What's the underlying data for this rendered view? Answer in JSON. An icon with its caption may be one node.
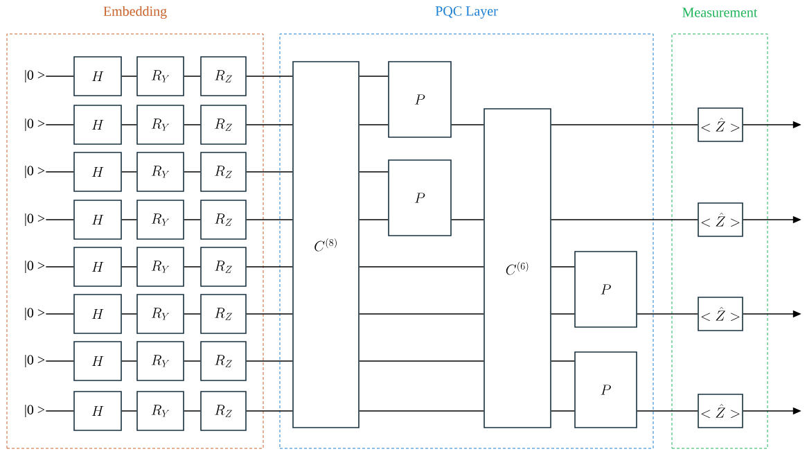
{
  "diagram": {
    "nodes": [
      {
        "text": [
          "Embedding"
        ]
      },
      {
        "text": [
          "|0 >"
        ],
        "in": 0
      },
      {
        "text": [
          "H"
        ],
        "in": 0
      },
      {
        "text": [
          "R_Y"
        ],
        "in": 0
      },
      {
        "text": [
          "R_Z"
        ],
        "in": 0
      },
      {
        "text": [
          "|0 >"
        ],
        "in": 0
      },
      {
        "text": [
          "H"
        ],
        "in": 0
      },
      {
        "text": [
          "R_Y"
        ],
        "in": 0
      },
      {
        "text": [
          "R_Z"
        ],
        "in": 0
      },
      {
        "text": [
          "|0 >"
        ],
        "in": 0
      },
      {
        "text": [
          "H"
        ],
        "in": 0
      },
      {
        "text": [
          "R_Y"
        ],
        "in": 0
      },
      {
        "text": [
          "R_Z"
        ],
        "in": 0
      },
      {
        "text": [
          "|0 >"
        ],
        "in": 0
      },
      {
        "text": [
          "H"
        ],
        "in": 0
      },
      {
        "text": [
          "R_Y"
        ],
        "in": 0
      },
      {
        "text": [
          "R_Z"
        ],
        "in": 0
      },
      {
        "text": [
          "|0 >"
        ],
        "in": 0
      },
      {
        "text": [
          "H"
        ],
        "in": 0
      },
      {
        "text": [
          "R_Y"
        ],
        "in": 0
      },
      {
        "text": [
          "R_Z"
        ],
        "in": 0
      },
      {
        "text": [
          "|0 >"
        ],
        "in": 0
      },
      {
        "text": [
          "H"
        ],
        "in": 0
      },
      {
        "text": [
          "R_Y"
        ],
        "in": 0
      },
      {
        "text": [
          "R_Z"
        ],
        "in": 0
      },
      {
        "text": [
          "|0 >"
        ],
        "in": 0
      },
      {
        "text": [
          "H"
        ],
        "in": 0
      },
      {
        "text": [
          "R_Y"
        ],
        "in": 0
      },
      {
        "text": [
          "R_Z"
        ],
        "in": 0
      },
      {
        "text": [
          "|0 >"
        ],
        "in": 0
      },
      {
        "text": [
          "H"
        ],
        "in": 0
      },
      {
        "text": [
          "R_Y"
        ],
        "in": 0
      },
      {
        "text": [
          "R_Z"
        ],
        "in": 0
      },
      {
        "text": [
          "PQC Layer"
        ]
      },
      {
        "text": [
          "C^{(8)}"
        ],
        "in": 33
      },
      {
        "text": [
          "P"
        ],
        "in": 33
      },
      {
        "text": [
          "P"
        ],
        "in": 33
      },
      {
        "text": [
          "C^{(6)}"
        ],
        "in": 33
      },
      {
        "text": [
          "P"
        ],
        "in": 33
      },
      {
        "text": [
          "P"
        ],
        "in": 33
      },
      {
        "text": [
          "Measurement"
        ]
      },
      {
        "text": [
          "<\\hat{Z}>"
        ],
        "in": 40
      },
      {
        "text": [
          "<\\hat{Z}>"
        ],
        "in": 40
      },
      {
        "text": [
          "<\\hat{Z}>"
        ],
        "in": 40
      },
      {
        "text": [
          "<\\hat{Z}>"
        ],
        "in": 40
      }
    ],
    "edges": [
      {
        "from": 1,
        "to": 2,
        "arrow": "none"
      },
      {
        "from": 2,
        "to": 3,
        "arrow": "none"
      },
      {
        "from": 3,
        "to": 4,
        "arrow": "none"
      },
      {
        "from": 4,
        "to": 34,
        "arrow": "none"
      },
      {
        "from": 5,
        "to": 6,
        "arrow": "none"
      },
      {
        "from": 6,
        "to": 7,
        "arrow": "none"
      },
      {
        "from": 7,
        "to": 8,
        "arrow": "none"
      },
      {
        "from": 8,
        "to": 34,
        "arrow": "none"
      },
      {
        "from": 9,
        "to": 10,
        "arrow": "none"
      },
      {
        "from": 10,
        "to": 11,
        "arrow": "none"
      },
      {
        "from": 11,
        "to": 12,
        "arrow": "none"
      },
      {
        "from": 12,
        "to": 34,
        "arrow": "none"
      },
      {
        "from": 13,
        "to": 14,
        "arrow": "none"
      },
      {
        "from": 14,
        "to": 15,
        "arrow": "none"
      },
      {
        "from": 15,
        "to": 16,
        "arrow": "none"
      },
      {
        "from": 16,
        "to": 34,
        "arrow": "none"
      },
      {
        "from": 17,
        "to": 18,
        "arrow": "none"
      },
      {
        "from": 18,
        "to": 19,
        "arrow": "none"
      },
      {
        "from": 19,
        "to": 20,
        "arrow": "none"
      },
      {
        "from": 20,
        "to": 34,
        "arrow": "none"
      },
      {
        "from": 21,
        "to": 22,
        "arrow": "none"
      },
      {
        "from": 22,
        "to": 23,
        "arrow": "none"
      },
      {
        "from": 23,
        "to": 24,
        "arrow": "none"
      },
      {
        "from": 24,
        "to": 34,
        "arrow": "none"
      },
      {
        "from": 25,
        "to": 26,
        "arrow": "none"
      },
      {
        "from": 26,
        "to": 27,
        "arrow": "none"
      },
      {
        "from": 27,
        "to": 28,
        "arrow": "none"
      },
      {
        "from": 28,
        "to": 34,
        "arrow": "none"
      },
      {
        "from": 29,
        "to": 30,
        "arrow": "none"
      },
      {
        "from": 30,
        "to": 31,
        "arrow": "none"
      },
      {
        "from": 31,
        "to": 32,
        "arrow": "none"
      },
      {
        "from": 32,
        "to": 34,
        "arrow": "none"
      },
      {
        "from": 34,
        "to": 35,
        "arrow": "none"
      },
      {
        "from": 34,
        "to": 35,
        "arrow": "none"
      },
      {
        "from": 34,
        "to": 36,
        "arrow": "none"
      },
      {
        "from": 34,
        "to": 36,
        "arrow": "none"
      },
      {
        "from": 34,
        "to": 37,
        "arrow": "none"
      },
      {
        "from": 34,
        "to": 37,
        "arrow": "none"
      },
      {
        "from": 34,
        "to": 37,
        "arrow": "none"
      },
      {
        "from": 34,
        "to": 37,
        "arrow": "none"
      },
      {
        "from": 35,
        "to": 37,
        "arrow": "none"
      },
      {
        "from": 36,
        "to": 37,
        "arrow": "none"
      },
      {
        "from": 37,
        "to": 41,
        "arrow": "none"
      },
      {
        "from": 37,
        "to": 42,
        "arrow": "none"
      },
      {
        "from": 37,
        "to": 38,
        "arrow": "none"
      },
      {
        "from": 37,
        "to": 38,
        "arrow": "none"
      },
      {
        "from": 37,
        "to": 39,
        "arrow": "none"
      },
      {
        "from": 37,
        "to": 39,
        "arrow": "none"
      },
      {
        "from": 38,
        "to": 43,
        "arrow": "none"
      },
      {
        "from": 39,
        "to": 44,
        "arrow": "none"
      },
      {
        "from": 41,
        "to": null,
        "arrow": "to"
      },
      {
        "from": 42,
        "to": null,
        "arrow": "to"
      },
      {
        "from": 43,
        "to": null,
        "arrow": "to"
      },
      {
        "from": 44,
        "to": null,
        "arrow": "to"
      }
    ]
  }
}
